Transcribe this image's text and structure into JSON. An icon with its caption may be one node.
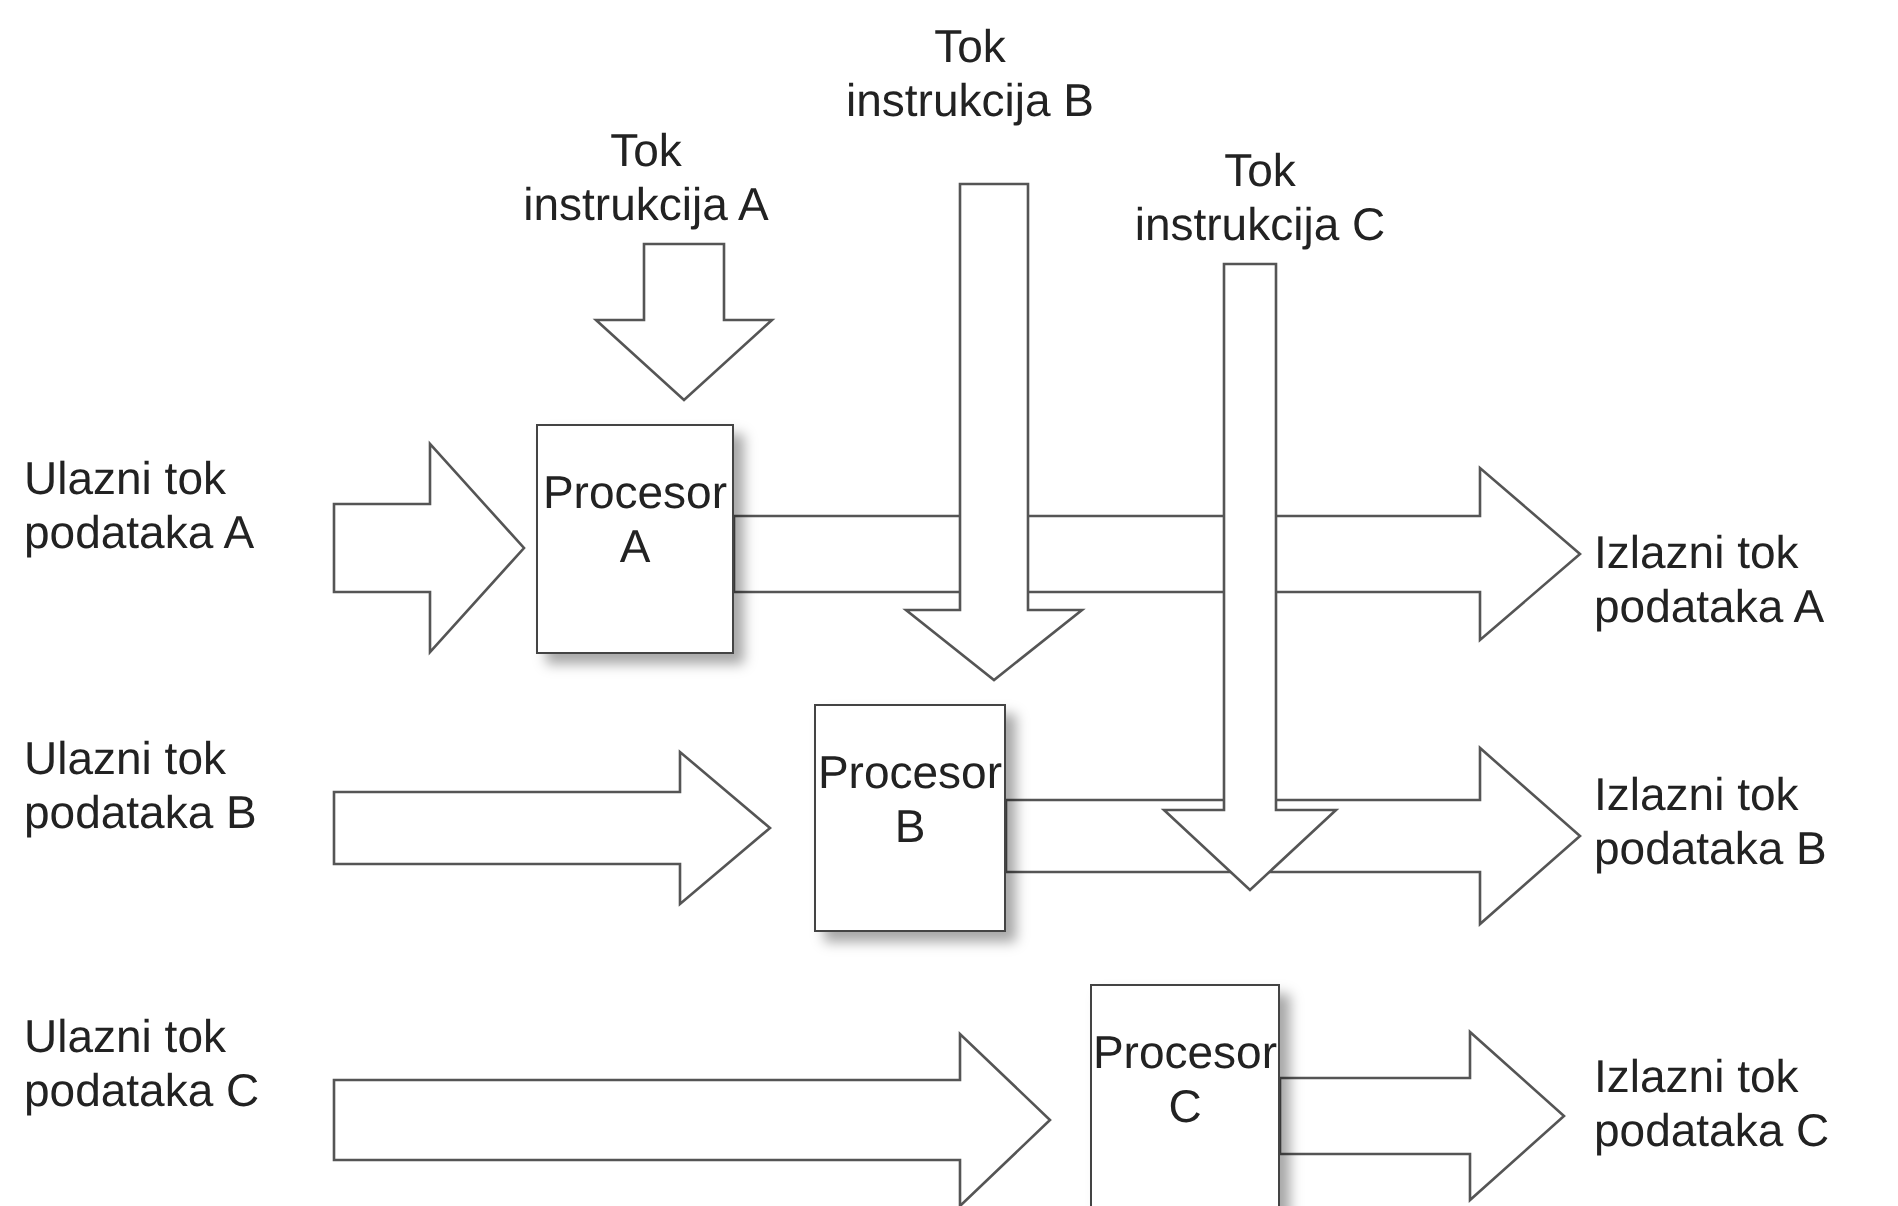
{
  "diagram": {
    "nodes": [
      {
        "text": [
          "Tok instrukcija A"
        ]
      },
      {
        "text": [
          "Tok instrukcija B"
        ]
      },
      {
        "text": [
          "Tok instrukcija C"
        ]
      },
      {
        "text": [
          "Ulazni tok podataka A"
        ]
      },
      {
        "text": [
          "Procesor A"
        ]
      },
      {
        "text": [
          "Izlazni tok podataka A"
        ]
      },
      {
        "text": [
          "Ulazni tok podataka B"
        ]
      },
      {
        "text": [
          "Procesor B"
        ]
      },
      {
        "text": [
          "Izlazni tok podataka B"
        ]
      },
      {
        "text": [
          "Ulazni tok podataka C"
        ]
      },
      {
        "text": [
          "Procesor C"
        ]
      },
      {
        "text": [
          "Izlazni tok podataka C"
        ]
      }
    ],
    "edges": [
      {
        "from": 3,
        "to": 4,
        "arrow": "to"
      },
      {
        "from": 4,
        "to": 5,
        "arrow": "to"
      },
      {
        "from": 6,
        "to": 7,
        "arrow": "to"
      },
      {
        "from": 7,
        "to": 8,
        "arrow": "to"
      },
      {
        "from": 9,
        "to": 10,
        "arrow": "to"
      },
      {
        "from": 10,
        "to": 11,
        "arrow": "to"
      },
      {
        "from": 0,
        "to": 4,
        "arrow": "to"
      },
      {
        "from": 1,
        "to": 7,
        "arrow": "to"
      },
      {
        "from": 2,
        "to": 10,
        "arrow": "to"
      }
    ]
  }
}
